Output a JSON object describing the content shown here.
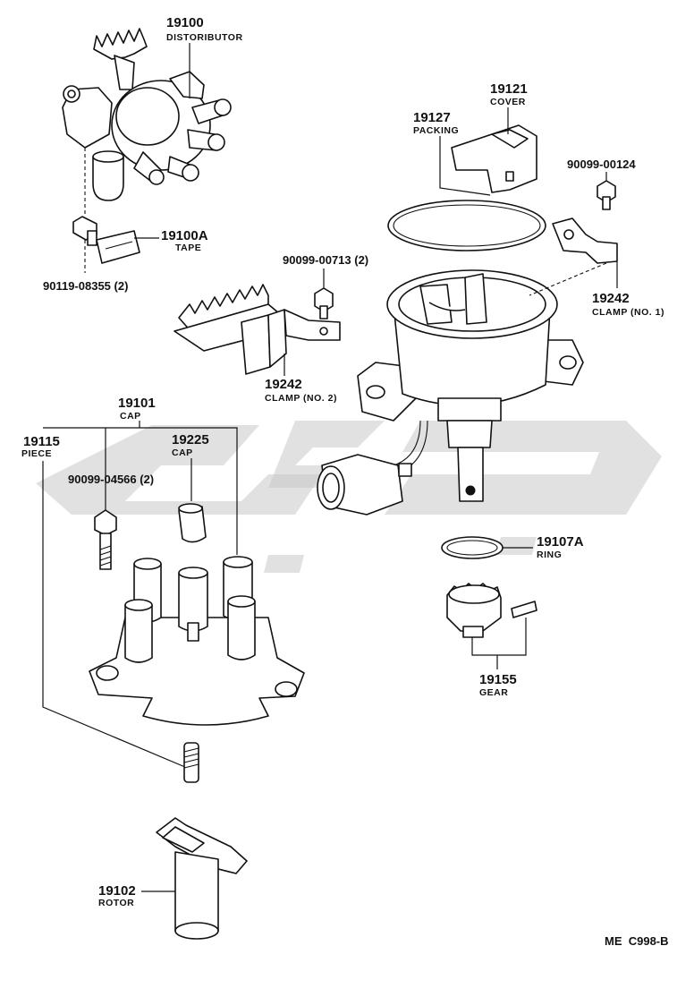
{
  "parts": [
    {
      "number": "19100",
      "name": "DISTORIBUTOR"
    },
    {
      "number": "19100A",
      "name": "TAPE"
    },
    {
      "number": "90119-08355 (2)",
      "name": ""
    },
    {
      "number": "19127",
      "name": "PACKING"
    },
    {
      "number": "19121",
      "name": "COVER"
    },
    {
      "number": "90099-00124",
      "name": ""
    },
    {
      "number": "90099-00713 (2)",
      "name": ""
    },
    {
      "number": "19242",
      "name": "CLAMP (NO. 1)"
    },
    {
      "number": "19242",
      "name": "CLAMP (NO. 2)"
    },
    {
      "number": "19101",
      "name": "CAP"
    },
    {
      "number": "19115",
      "name": "PIECE"
    },
    {
      "number": "19225",
      "name": "CAP"
    },
    {
      "number": "90099-04566 (2)",
      "name": ""
    },
    {
      "number": "19107A",
      "name": "RING"
    },
    {
      "number": "19155",
      "name": "GEAR"
    },
    {
      "number": "19102",
      "name": "ROTOR"
    }
  ],
  "reference": "ME  C998-B"
}
